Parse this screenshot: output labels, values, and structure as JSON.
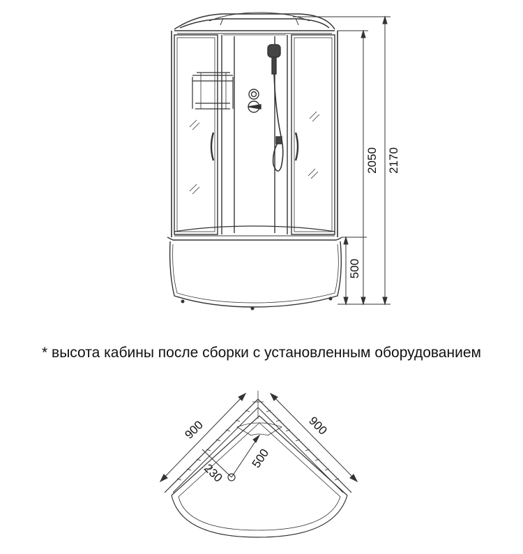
{
  "elevation": {
    "dimensions": {
      "total_height": "2170",
      "cabin_height": "2050",
      "tray_height": "500"
    }
  },
  "footnote": "* высота кабины после сборки с установленным оборудованием",
  "plan": {
    "dimensions": {
      "side_left": "900",
      "side_right": "900",
      "drain_depth": "500",
      "drain_offset": "230"
    }
  }
}
